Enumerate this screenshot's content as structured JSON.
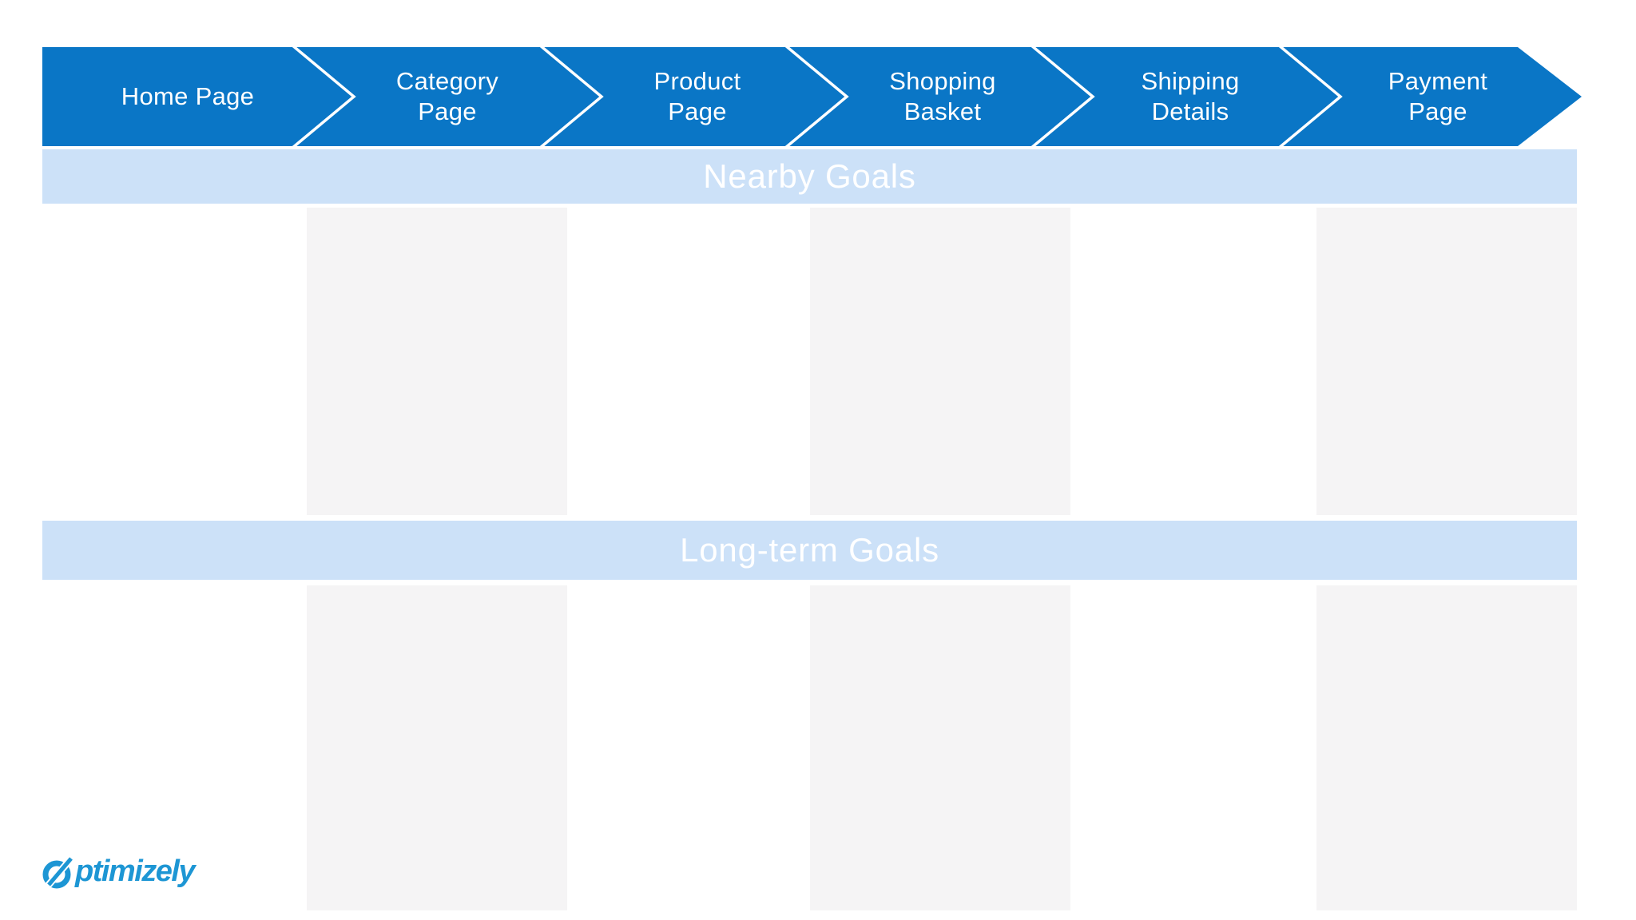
{
  "funnel": {
    "steps": [
      {
        "label": "Home Page"
      },
      {
        "label": "Category\nPage"
      },
      {
        "label": "Product\nPage"
      },
      {
        "label": "Shopping\nBasket"
      },
      {
        "label": "Shipping\nDetails"
      },
      {
        "label": "Payment\nPage"
      }
    ]
  },
  "sections": [
    {
      "title": "Nearby Goals"
    },
    {
      "title": "Long-term Goals"
    }
  ],
  "brand": {
    "wordmark_text": "ptimizely"
  },
  "colors": {
    "funnel_blue": "#0A76C6",
    "section_banner_blue": "#CCE1F8",
    "placeholder_gray": "#F5F4F5",
    "logo_blue": "#1D96D4",
    "label_white": "#FFFFFF",
    "background": "#FFFFFF"
  }
}
